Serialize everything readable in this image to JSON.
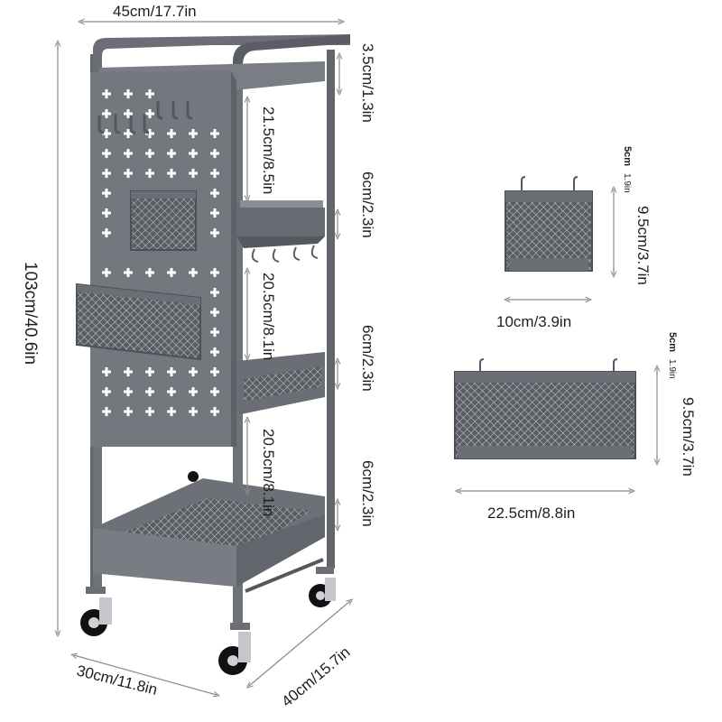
{
  "dimensions": {
    "top_width": "45cm/17.7in",
    "total_height": "103cm/40.6in",
    "base_depth": "30cm/11.8in",
    "base_width": "40cm/15.7in",
    "rail_height": "3.5cm/1.3in",
    "tier1_gap": "21.5cm/8.5in",
    "tier2_gap": "20.5cm/8.1in",
    "tier3_gap": "20.5cm/8.1in",
    "tier1_depth": "6cm/2.3in",
    "tier2_depth": "6cm/2.3in",
    "tier3_depth": "6cm/2.3in"
  },
  "small_basket": {
    "width": "10cm/3.9in",
    "height": "9.5cm/3.7in",
    "depth_cm": "5cm",
    "depth_in": "1.9in"
  },
  "large_basket": {
    "width": "22.5cm/8.8in",
    "height": "9.5cm/3.7in",
    "depth_cm": "5cm",
    "depth_in": "1.9in"
  },
  "colors": {
    "metal": "#6b6e75",
    "metal_dark": "#4d5057",
    "metal_light": "#878a91",
    "measure_line": "#8a8a8a",
    "text": "#1e1e1e"
  }
}
